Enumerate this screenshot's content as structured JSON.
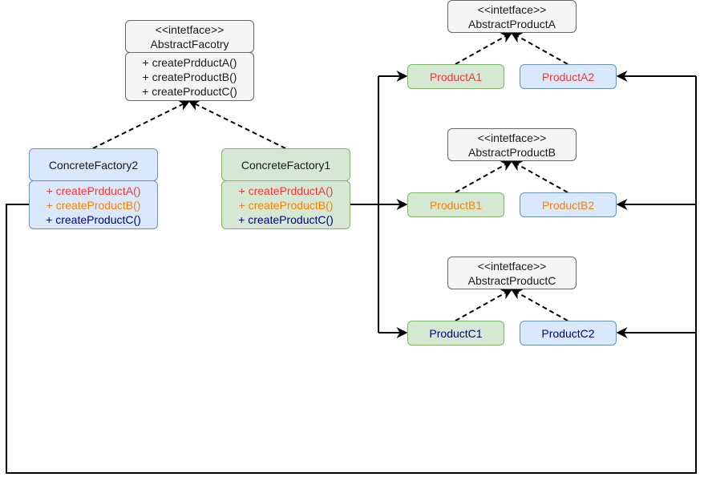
{
  "colors": {
    "red": "#ff3333",
    "orange": "#ff8000",
    "navy": "#000080",
    "green_fill": "#d5e8d4",
    "green_stroke": "#82b366",
    "blue_fill": "#dae8fc",
    "blue_stroke": "#6c8ebf",
    "grey_fill": "#f5f5f5",
    "grey_stroke": "#666666"
  },
  "abstract_factory": {
    "stereotype": "<<intetface>>",
    "name": "AbstractFacotry",
    "methods": [
      "+ createPrdductA()",
      "+ createProductB()",
      "+ createProductC()"
    ]
  },
  "concrete_factory_2": {
    "name": "ConcreteFactory2",
    "methods": [
      "+ createPrdductA()",
      "+ createProductB()",
      "+ createProductC()"
    ]
  },
  "concrete_factory_1": {
    "name": "ConcreteFactory1",
    "methods": [
      "+ createPrdductA()",
      "+ createProductB()",
      "+ createProductC()"
    ]
  },
  "abstract_product_a": {
    "stereotype": "<<intetface>>",
    "name": "AbstractProductA"
  },
  "abstract_product_b": {
    "stereotype": "<<intetface>>",
    "name": "AbstractProductB"
  },
  "abstract_product_c": {
    "stereotype": "<<intetface>>",
    "name": "AbstractProductC"
  },
  "products": {
    "a1": "ProductA1",
    "a2": "ProductA2",
    "b1": "ProductB1",
    "b2": "ProductB2",
    "c1": "ProductC1",
    "c2": "ProductC2"
  }
}
